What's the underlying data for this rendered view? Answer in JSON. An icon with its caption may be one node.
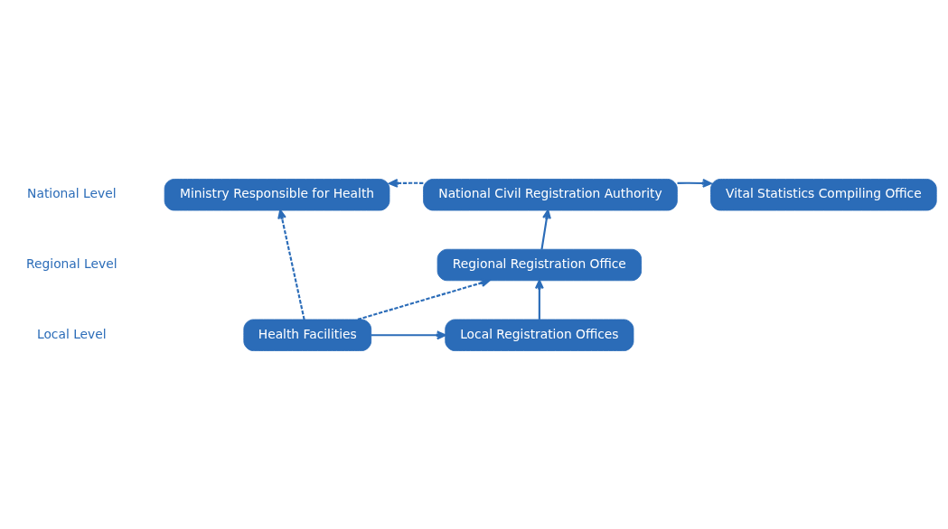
{
  "diagram": {
    "nodes": [
      {
        "text": [
          "Ministry Responsible for Health"
        ]
      },
      {
        "text": [
          "National Civil Registration Authority"
        ]
      },
      {
        "text": [
          "Vital Statistics Compiling Office"
        ]
      },
      {
        "text": [
          "Regional Registration Office"
        ]
      },
      {
        "text": [
          "Health Facilities"
        ]
      },
      {
        "text": [
          "Local Registration Offices"
        ]
      }
    ],
    "edges": [
      {
        "from": 1,
        "to": 0,
        "arrow": "to",
        "style": "dashed"
      },
      {
        "from": 1,
        "to": 2,
        "arrow": "to"
      },
      {
        "from": 3,
        "to": 1,
        "arrow": "to"
      },
      {
        "from": 4,
        "to": 0,
        "arrow": "to",
        "style": "dashed"
      },
      {
        "from": 4,
        "to": 3,
        "arrow": "to",
        "style": "dashed"
      },
      {
        "from": 4,
        "to": 5,
        "arrow": "to"
      },
      {
        "from": 5,
        "to": 3,
        "arrow": "to"
      }
    ],
    "labels": [
      "National Level",
      "Regional Level",
      "Local Level"
    ]
  }
}
